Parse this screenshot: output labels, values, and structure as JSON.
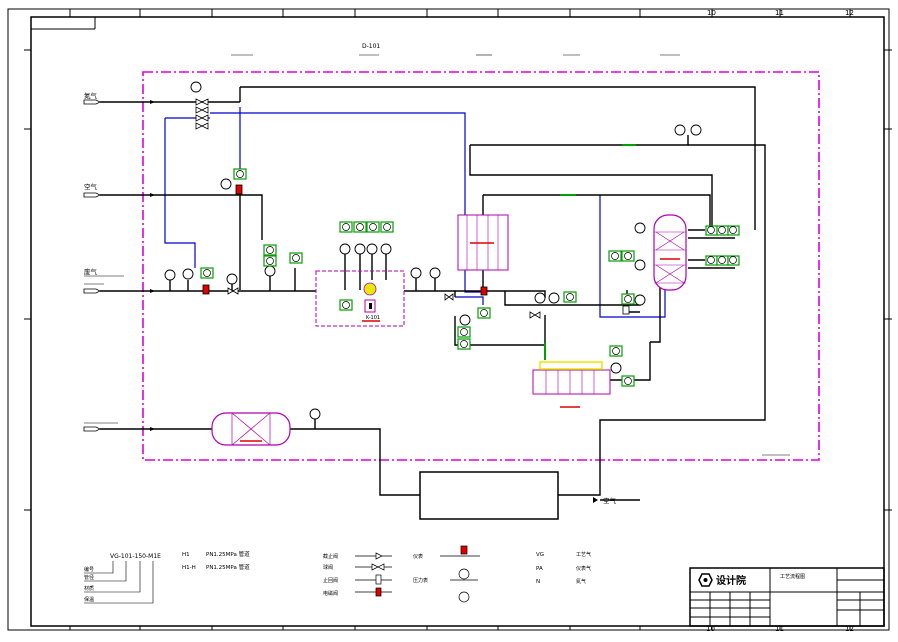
{
  "frame": {
    "top_numbers": [
      "10",
      "11",
      "12"
    ],
    "bottom_numbers": [
      "10",
      "11",
      "12"
    ]
  },
  "header_tags": [
    "D-101"
  ],
  "inlet_labels": {
    "nitrogen": "氮气",
    "air": "空气",
    "exhaust": "废气"
  },
  "exhaust_tag": "K-101",
  "outlet_label": "空气",
  "legend_tag_example": "VG-101-150-M1E",
  "legend_tag_parts": [
    "编号",
    "管径",
    "材质",
    "保温"
  ],
  "pressure_notes": [
    {
      "code": "H1",
      "text": "PN1.25MPa 管道"
    },
    {
      "code": "H1-H",
      "text": "PN1.25MPa 管道"
    }
  ],
  "service_codes": [
    {
      "code": "VG",
      "text": "工艺气"
    },
    {
      "code": "PA",
      "text": "仪表气"
    },
    {
      "code": "N",
      "text": "氮气"
    }
  ],
  "symbol_legend_labels": [
    "截止阀",
    "球阀",
    "止回阀",
    "电磁阀",
    "仪表",
    "压力表"
  ],
  "title_block": {
    "company": "设计院",
    "project": "工艺流程图",
    "drawing_no": "",
    "scale": "",
    "sheet": ""
  },
  "colors": {
    "frame": "#000000",
    "boundary": "#e000e0",
    "process_line": "#000000",
    "blue_line": "#0000cc",
    "instrument_green": "#00a000",
    "valve_red": "#e00000",
    "equipment_pink": "#b000b0",
    "heater_yellow": "#e8e800"
  }
}
